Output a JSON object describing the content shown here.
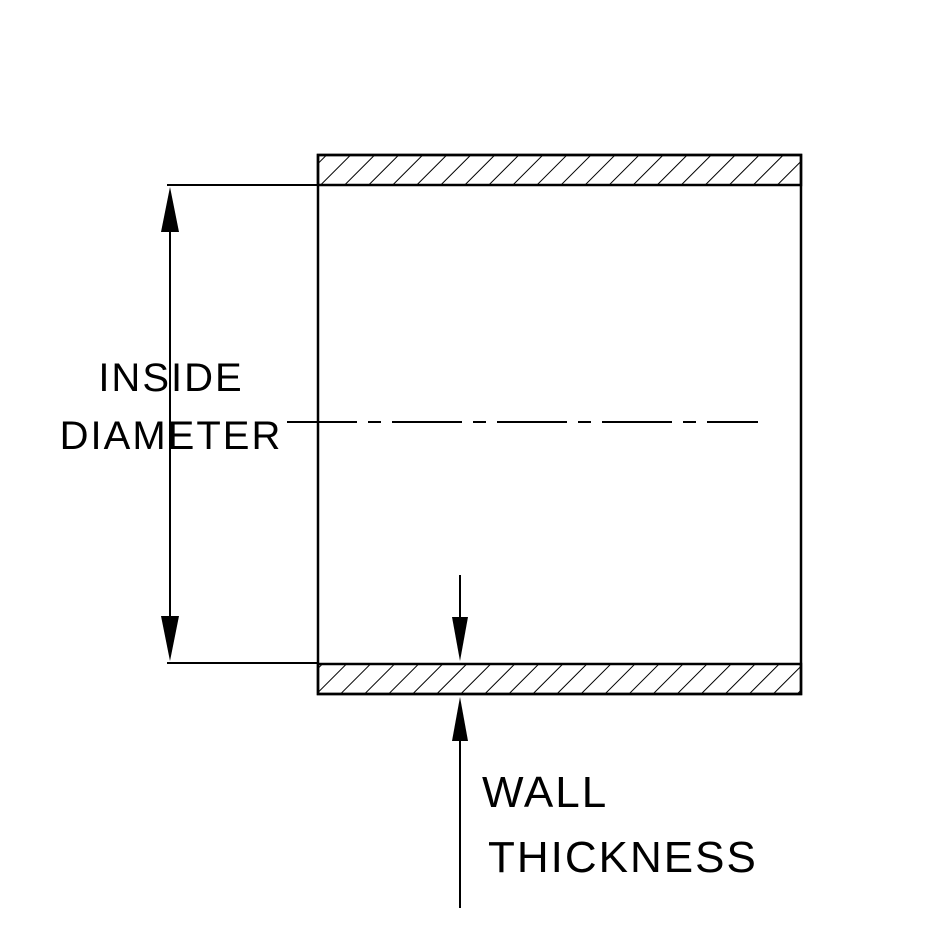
{
  "drawing": {
    "title": "hose coupler cross-section dimension diagram",
    "inside_diameter_label": {
      "line1": "INSIDE",
      "line2": "DIAMETER"
    },
    "wall_thickness_label": {
      "line1": "WALL",
      "line2": "THICKNESS"
    },
    "colors": {
      "line": "#000000",
      "background": "#ffffff"
    }
  }
}
